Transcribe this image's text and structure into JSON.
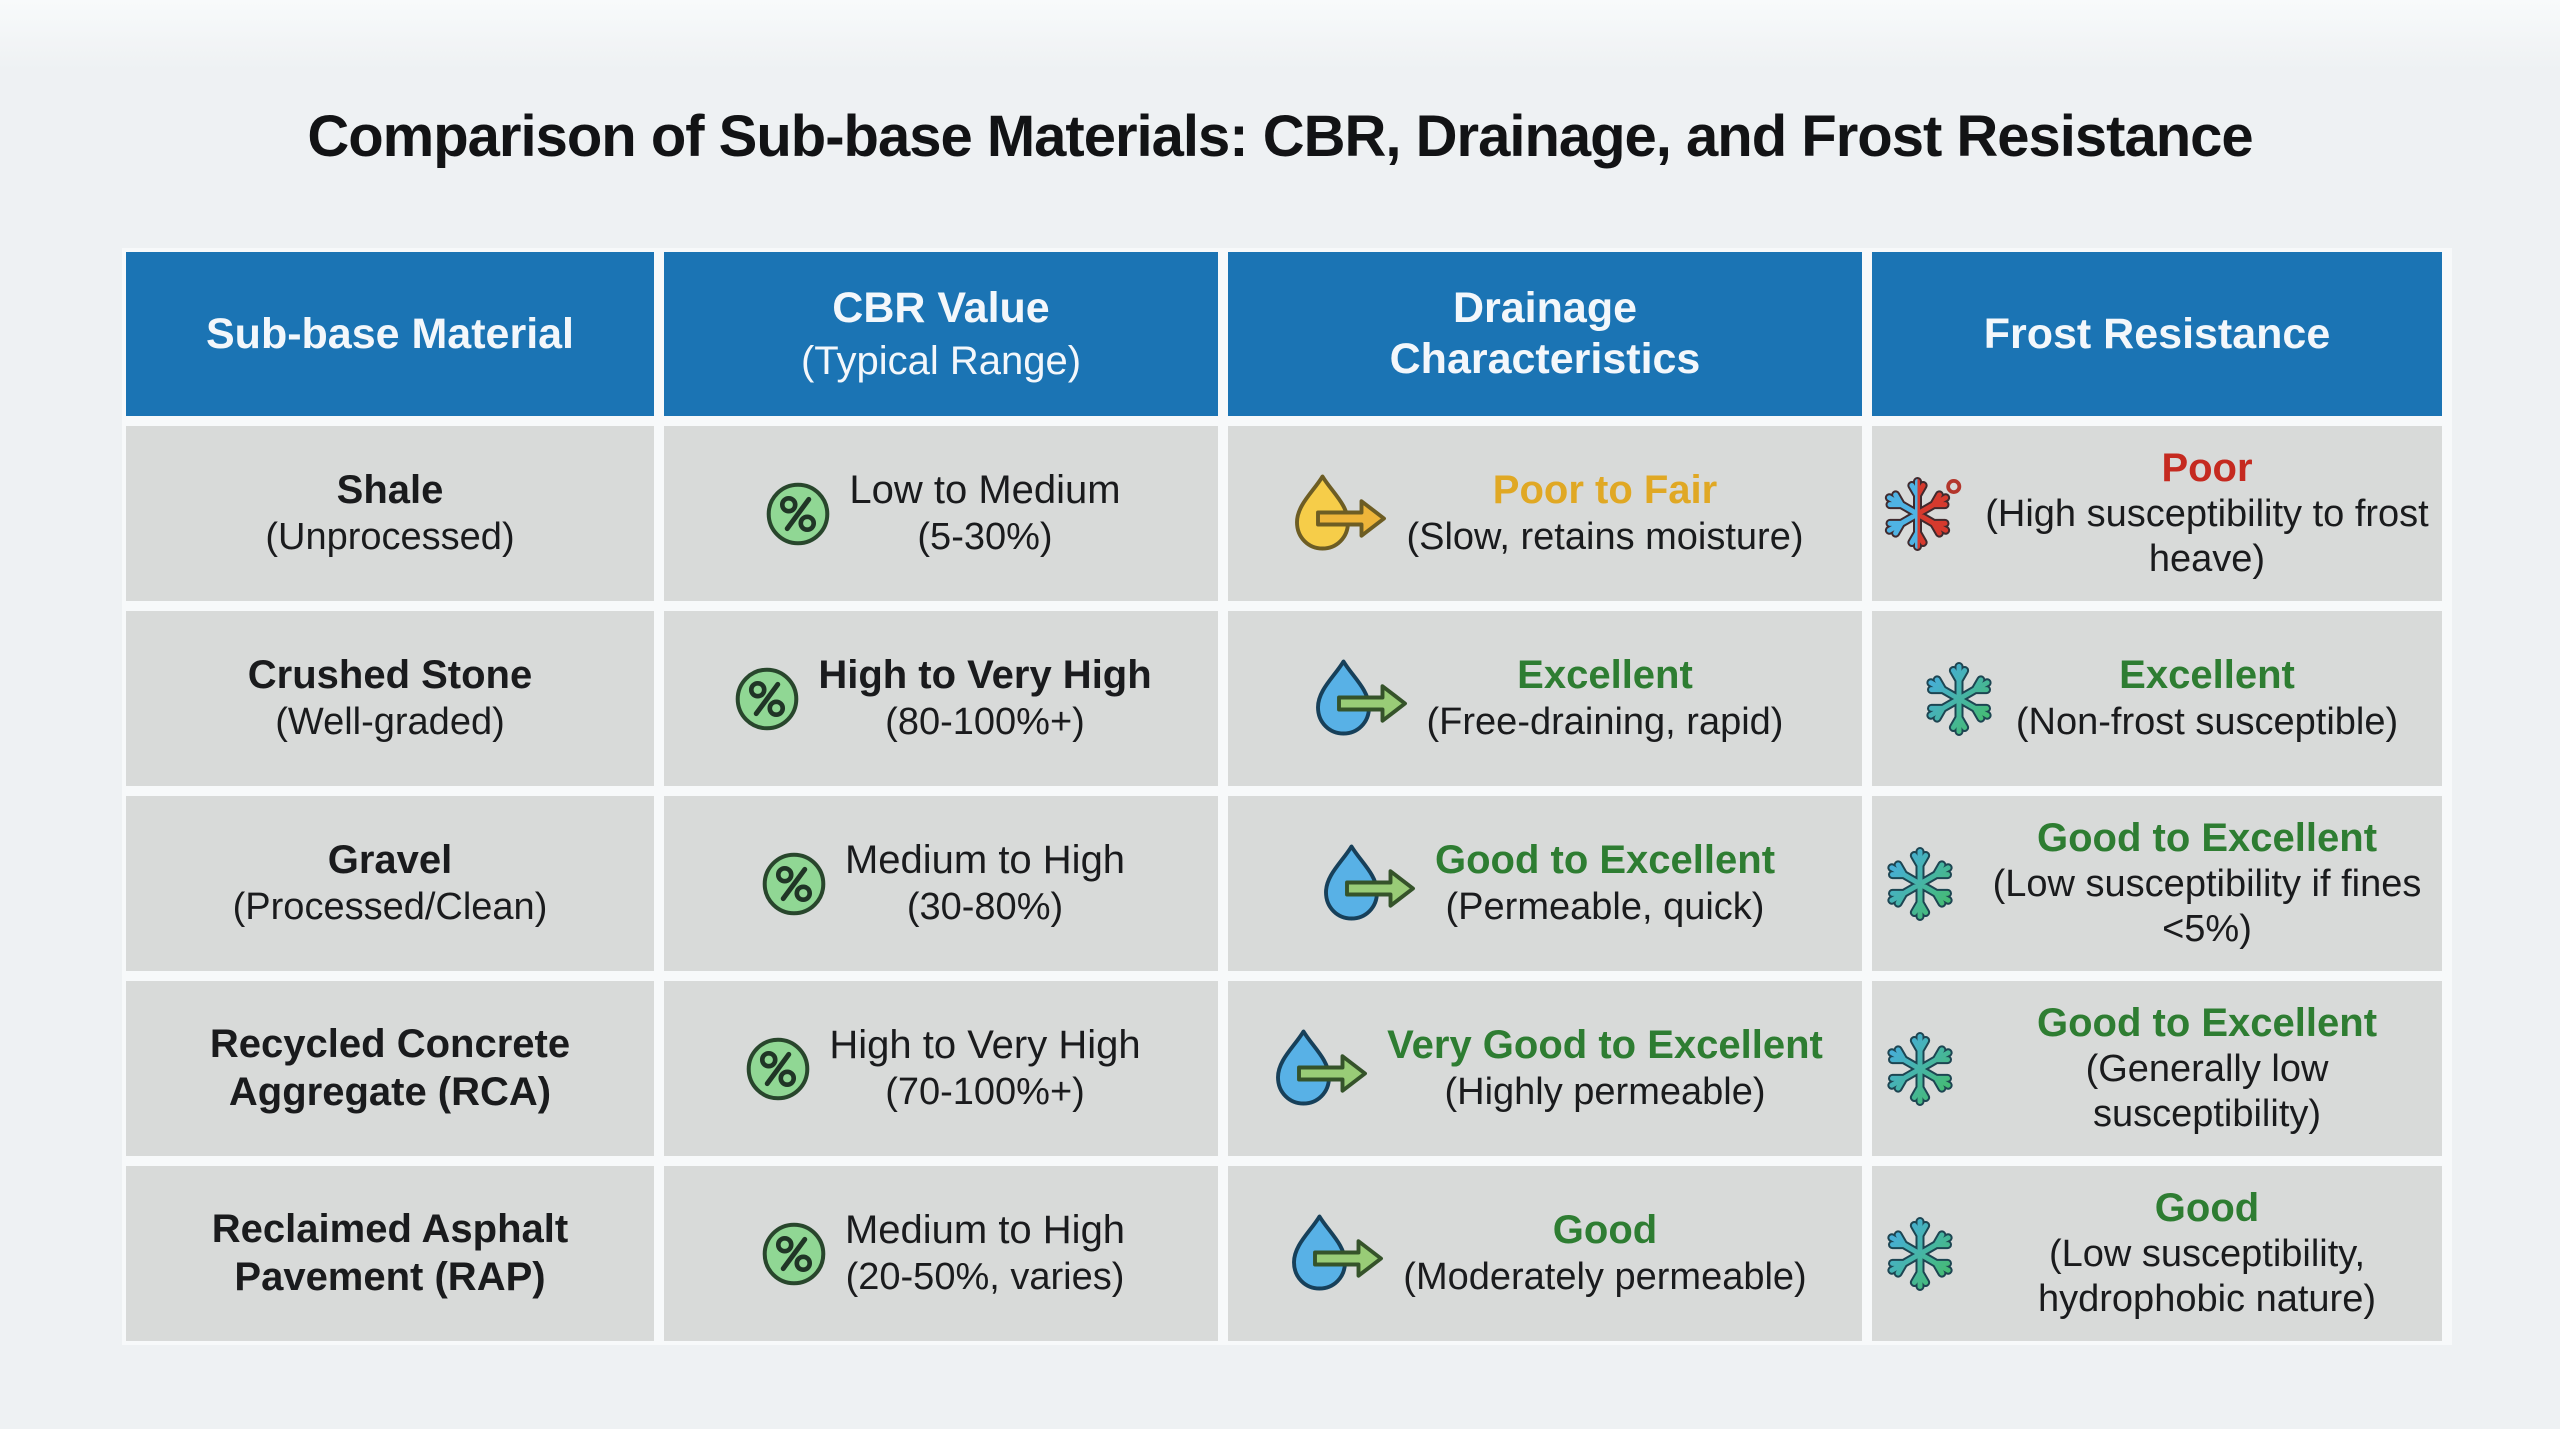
{
  "title": "Comparison of Sub-base Materials: CBR, Drainage, and Frost Resistance",
  "colors": {
    "green": "#2e7d32",
    "red": "#c52a20",
    "gold": "#e0a824",
    "header_bg": "#1b74b4",
    "cell_bg": "#d8dad9",
    "page_bg": "#eef1f3"
  },
  "table": {
    "headers": [
      {
        "label": "Sub-base Material",
        "sub": ""
      },
      {
        "label": "CBR Value",
        "sub": "(Typical Range)"
      },
      {
        "label": "Drainage Characteristics",
        "sub": ""
      },
      {
        "label": "Frost Resistance",
        "sub": ""
      }
    ],
    "rows": [
      {
        "material": {
          "name": "Shale",
          "note": "(Unprocessed)"
        },
        "cbr": {
          "rating": "Low to Medium",
          "note": "(5-30%)",
          "bold": false,
          "icon": "percent"
        },
        "drainage": {
          "rating": "Poor to Fair",
          "color": "gold",
          "note": "(Slow, retains moisture)",
          "icon": "droplet-yellow"
        },
        "frost": {
          "rating": "Poor",
          "color": "red",
          "note": "(High susceptibility to frost heave)",
          "icon": "snowflake-frost"
        }
      },
      {
        "material": {
          "name": "Crushed Stone",
          "note": "(Well-graded)"
        },
        "cbr": {
          "rating": "High to Very High",
          "note": "(80-100%+)",
          "bold": true,
          "icon": "percent"
        },
        "drainage": {
          "rating": "Excellent",
          "color": "green",
          "note": "(Free-draining, rapid)",
          "icon": "droplet-blue"
        },
        "frost": {
          "rating": "Excellent",
          "color": "green",
          "note": "(Non-frost susceptible)",
          "icon": "snowflake-cool"
        }
      },
      {
        "material": {
          "name": "Gravel",
          "note": "(Processed/Clean)"
        },
        "cbr": {
          "rating": "Medium to High",
          "note": "(30-80%)",
          "bold": false,
          "icon": "percent"
        },
        "drainage": {
          "rating": "Good to Excellent",
          "color": "green",
          "note": "(Permeable, quick)",
          "icon": "droplet-blue"
        },
        "frost": {
          "rating": "Good to Excellent",
          "color": "green",
          "note": "(Low susceptibility if fines <5%)",
          "icon": "snowflake-cool"
        }
      },
      {
        "material": {
          "name": "Recycled Concrete Aggregate (RCA)",
          "note": ""
        },
        "cbr": {
          "rating": "High to Very High",
          "note": "(70-100%+)",
          "bold": false,
          "icon": "percent"
        },
        "drainage": {
          "rating": "Very Good to Excellent",
          "color": "green",
          "note": "(Highly permeable)",
          "icon": "droplet-blue"
        },
        "frost": {
          "rating": "Good to Excellent",
          "color": "green",
          "note": "(Generally low susceptibility)",
          "icon": "snowflake-cool"
        }
      },
      {
        "material": {
          "name": "Reclaimed Asphalt Pavement (RAP)",
          "note": ""
        },
        "cbr": {
          "rating": "Medium to High",
          "note": "(20-50%, varies)",
          "bold": false,
          "icon": "percent"
        },
        "drainage": {
          "rating": "Good",
          "color": "green",
          "note": "(Moderately permeable)",
          "icon": "droplet-blue"
        },
        "frost": {
          "rating": "Good",
          "color": "green",
          "note": "(Low susceptibility, hydrophobic nature)",
          "icon": "snowflake-cool"
        }
      }
    ]
  }
}
